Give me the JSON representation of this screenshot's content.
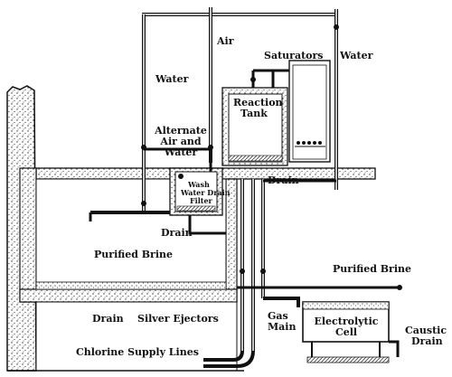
{
  "labels": {
    "air": "Air",
    "water_left": "Water",
    "saturators": "Saturators",
    "water_right": "Water",
    "reaction_tank_1": "Reaction",
    "reaction_tank_2": "Tank",
    "alternate_1": "Alternate",
    "alternate_2": "Air and",
    "alternate_3": "Water",
    "wash": "Wash",
    "water_drain": "Water Drain",
    "filter": "Filter",
    "drain_right": "Drain",
    "drain_middle": "Drain",
    "purified_brine_left": "Purified Brine",
    "purified_brine_right": "Purified Brine",
    "drain_lower": "Drain",
    "silver_ejectors": "Silver Ejectors",
    "gas_1": "Gas",
    "gas_2": "Main",
    "electrolytic_1": "Electrolytic",
    "electrolytic_2": "Cell",
    "caustic_1": "Caustic",
    "caustic_2": "Drain",
    "chlorine": "Chlorine Supply Lines"
  },
  "colors": {
    "ink": "#111111",
    "stipple": "#333333",
    "background": "#ffffff"
  }
}
